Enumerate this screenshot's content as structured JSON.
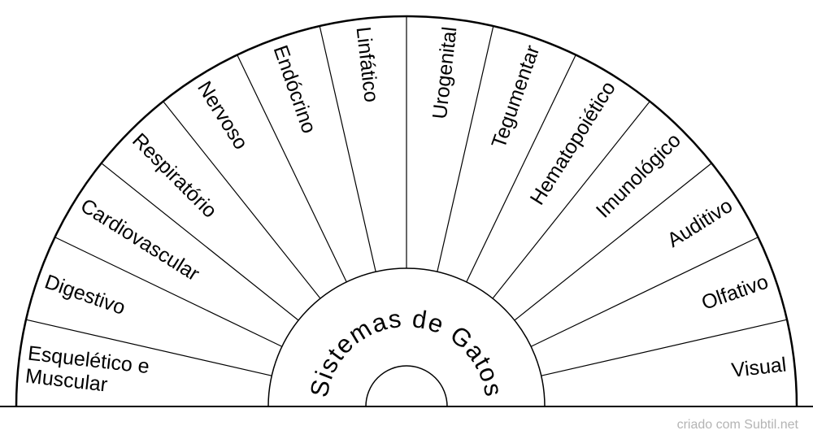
{
  "title": "Sistemas de Gatos",
  "sectors": [
    {
      "label": [
        "Esquelético e",
        "Muscular"
      ]
    },
    {
      "label": [
        "Digestivo"
      ]
    },
    {
      "label": [
        "Cardiovascular"
      ]
    },
    {
      "label": [
        "Respiratório"
      ]
    },
    {
      "label": [
        "Nervoso"
      ]
    },
    {
      "label": [
        "Endócrino"
      ]
    },
    {
      "label": [
        "Linfático"
      ]
    },
    {
      "label": [
        "Urogenital"
      ]
    },
    {
      "label": [
        "Tegumentar"
      ]
    },
    {
      "label": [
        "Hematopoiético"
      ]
    },
    {
      "label": [
        "Imunológico"
      ]
    },
    {
      "label": [
        "Auditivo"
      ]
    },
    {
      "label": [
        "Olfativo"
      ]
    },
    {
      "label": [
        "Visual"
      ]
    }
  ],
  "credit": "criado com Subtil.net",
  "colors": {
    "line": "#000000",
    "background": "#ffffff",
    "credit": "#b4b4b4"
  }
}
